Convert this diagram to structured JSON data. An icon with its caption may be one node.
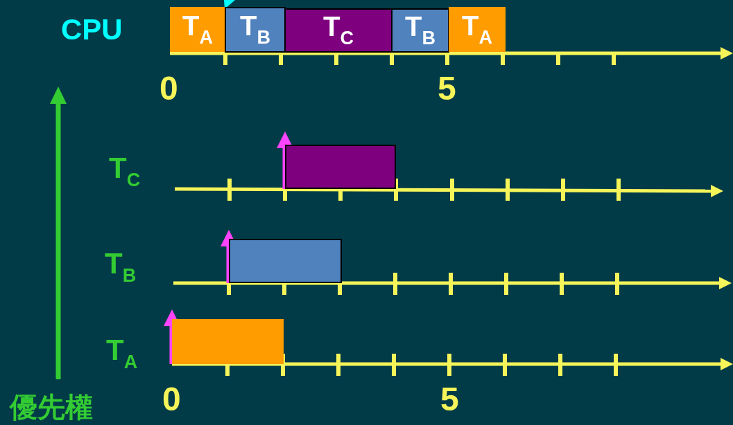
{
  "diagram": {
    "nodes": [
      {
        "text": [
          "T$_{A}$"
        ]
      },
      {
        "text": [
          "T$_{B}$"
        ]
      },
      {
        "text": [
          "T$_{C}$"
        ]
      },
      {
        "text": [
          "T$_{B}$"
        ]
      },
      {
        "text": [
          "T$_{A}$"
        ]
      },
      {
        "text": [],
        "shape": "bar"
      },
      {
        "text": [],
        "shape": "bar"
      },
      {
        "text": [],
        "shape": "bar"
      }
    ],
    "edges": [],
    "labels": [
      "CPU",
      "0",
      "5",
      "T$_{C}$",
      "T$_{B}$",
      "T$_{A}$",
      "0",
      "5",
      "優先權"
    ]
  }
}
